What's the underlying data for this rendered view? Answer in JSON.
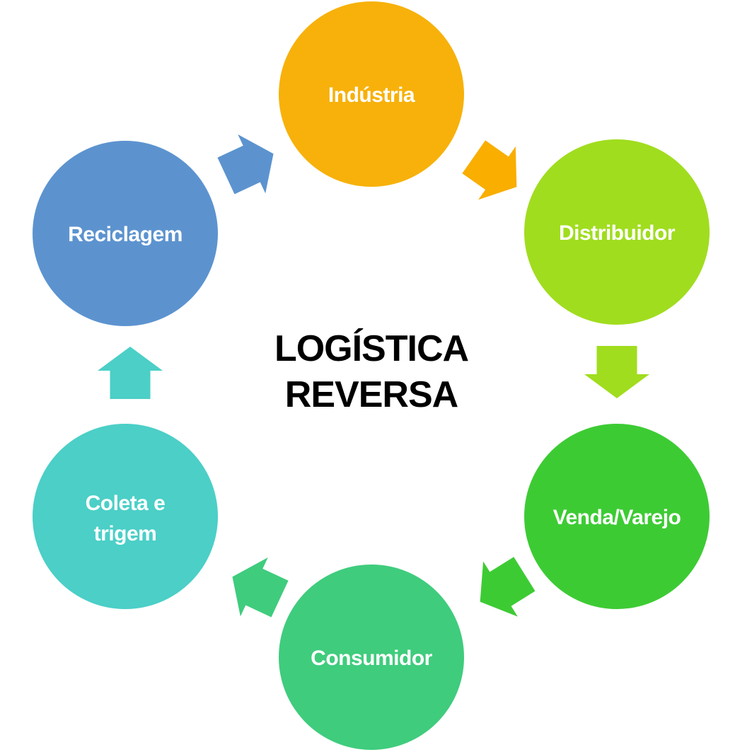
{
  "diagram": {
    "title": {
      "line1": "LOGÍSTICA",
      "line2": "REVERSA",
      "color": "#000000"
    },
    "background_color": "#FFFFFF",
    "node_label_color": "#FFFFFF"
  },
  "nodes": [
    {
      "label": "Indústria",
      "color": "#F7B10A",
      "position": "top"
    },
    {
      "label": "Distribuidor",
      "color": "#A0DD1E",
      "position": "top-right"
    },
    {
      "label": "Venda/Varejo",
      "color": "#3DCB34",
      "position": "bottom-right"
    },
    {
      "label": "Consumidor",
      "color": "#3FCC7D",
      "position": "bottom"
    },
    {
      "label": "Coleta e trigem",
      "lines": [
        "Coleta e",
        "trigem"
      ],
      "color": "#4BCFC7",
      "position": "bottom-left"
    },
    {
      "label": "Reciclagem",
      "color": "#5C93CF",
      "position": "top-left"
    }
  ],
  "arrows": [
    {
      "from": "Indústria",
      "to": "Distribuidor",
      "color": "#F9AE00"
    },
    {
      "from": "Distribuidor",
      "to": "Venda/Varejo",
      "color": "#A0DD1E"
    },
    {
      "from": "Venda/Varejo",
      "to": "Consumidor",
      "color": "#3DCB34"
    },
    {
      "from": "Consumidor",
      "to": "Coleta e trigem",
      "color": "#3FCC7D"
    },
    {
      "from": "Coleta e trigem",
      "to": "Reciclagem",
      "color": "#4BCFC7"
    },
    {
      "from": "Reciclagem",
      "to": "Indústria",
      "color": "#5C93CF"
    }
  ]
}
